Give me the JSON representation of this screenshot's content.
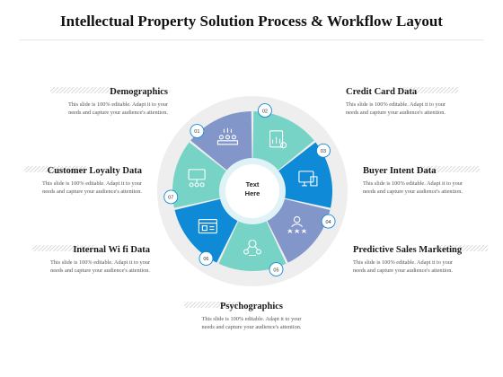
{
  "title": "Intellectual Property Solution Process & Workflow Layout",
  "center_label": [
    "Text",
    "Here"
  ],
  "colors": {
    "slate": "#8396c9",
    "teal": "#78d3c7",
    "blue": "#0f8ad6",
    "ring": "#eeeeee",
    "hub": "#ffffff"
  },
  "segments": [
    {
      "number": "01",
      "icon": "audience-icon",
      "color": "#8396c9"
    },
    {
      "number": "02",
      "icon": "document-chart-icon",
      "color": "#78d3c7"
    },
    {
      "number": "03",
      "icon": "puzzle-monitor-icon",
      "color": "#0f8ad6"
    },
    {
      "number": "04",
      "icon": "user-rating-icon",
      "color": "#8396c9"
    },
    {
      "number": "05",
      "icon": "people-network-icon",
      "color": "#78d3c7"
    },
    {
      "number": "06",
      "icon": "browser-window-icon",
      "color": "#0f8ad6"
    },
    {
      "number": "07",
      "icon": "presentation-board-icon",
      "color": "#78d3c7"
    }
  ],
  "items": [
    {
      "heading": "Demographics",
      "lines": [
        "This slide is 100% editable. Adapt it to your",
        "needs and capture your audience's attention."
      ]
    },
    {
      "heading": "Credit Card Data",
      "lines": [
        "This slide is 100% editable. Adapt it to your",
        "needs and capture your audience's attention."
      ]
    },
    {
      "heading": "Customer Loyalty Data",
      "lines": [
        "This slide is 100% editable. Adapt it to your",
        "needs and capture your audience's attention."
      ]
    },
    {
      "heading": "Buyer Intent Data",
      "lines": [
        "This slide is 100% editable. Adapt it to your",
        "needs and capture your audience's attention."
      ]
    },
    {
      "heading": "Internal Wi fi Data",
      "lines": [
        "This slide is 100% editable. Adapt it to your",
        "needs and capture your audience's attention."
      ]
    },
    {
      "heading": "Predictive Sales Marketing",
      "lines": [
        "This slide is 100% editable. Adapt it to your",
        "needs and capture your audience's attention."
      ]
    },
    {
      "heading": "Psychographics",
      "lines": [
        "This slide is 100% editable. Adapt it to your",
        "needs and capture your audience's attention."
      ]
    }
  ]
}
